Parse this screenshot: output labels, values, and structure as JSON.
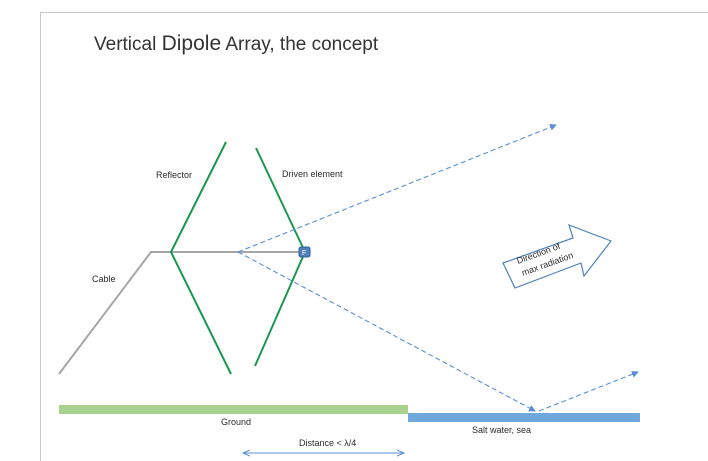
{
  "title": {
    "part1": "Vertical ",
    "part2": "Dipole",
    "part3": " Array, the concept"
  },
  "labels": {
    "reflector": "Reflector",
    "driven_element": "Driven element",
    "cable": "Cable",
    "feed_point": "F",
    "direction_line1": "Direction of",
    "direction_line2": "max radiation",
    "ground": "Ground",
    "salt_water": "Salt water, sea",
    "distance": "Distance < λ/4"
  },
  "colors": {
    "element": "#1a9850",
    "cable": "#a6a6a6",
    "ground": "#a8d18d",
    "sea": "#6fa8dc",
    "wave": "#5b8fd0",
    "feed": "#4f81bd"
  }
}
